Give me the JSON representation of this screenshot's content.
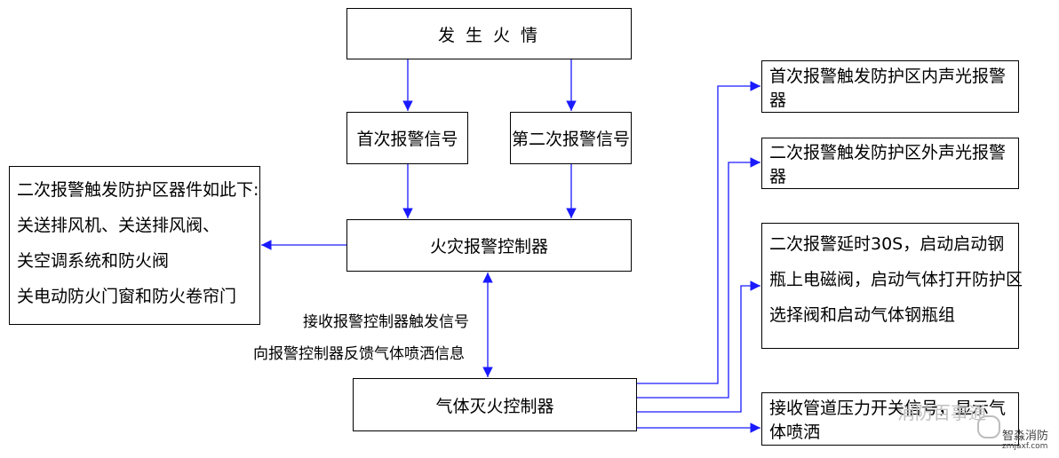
{
  "nodes": {
    "fire": "发 生 火 情",
    "first_alarm": "首次报警信号",
    "second_alarm": "第二次报警信号",
    "fire_panel": "火灾报警控制器",
    "gas_panel": "气体灭火控制器",
    "left_box": {
      "lines": [
        "二次报警触发防护区器件如此下:",
        "关送排风机、关送排风阀、",
        "关空调系统和防火阀",
        "关电动防火门窗和防火卷帘门"
      ]
    },
    "right_1": "首次报警触发防护区内声光报警器",
    "right_2": "二次报警触发防护区外声光报警器",
    "right_3": {
      "lines": [
        "二次报警延时30S，启动启动钢",
        "瓶上电磁阀，启动气体打开防护区",
        "选择阀和启动气体钢瓶组"
      ]
    },
    "right_4": "接收管道压力开关信号，显示气体喷洒"
  },
  "link_labels": {
    "line1": "接收报警控制器触发信号",
    "line2": "向报警控制器反馈气体喷洒信息"
  },
  "watermark": {
    "text": "消防百事通",
    "logo_text": "智淼消防",
    "url": "zmjaxf.com"
  },
  "colors": {
    "arrow": "#1a1aff",
    "border": "#000000"
  }
}
